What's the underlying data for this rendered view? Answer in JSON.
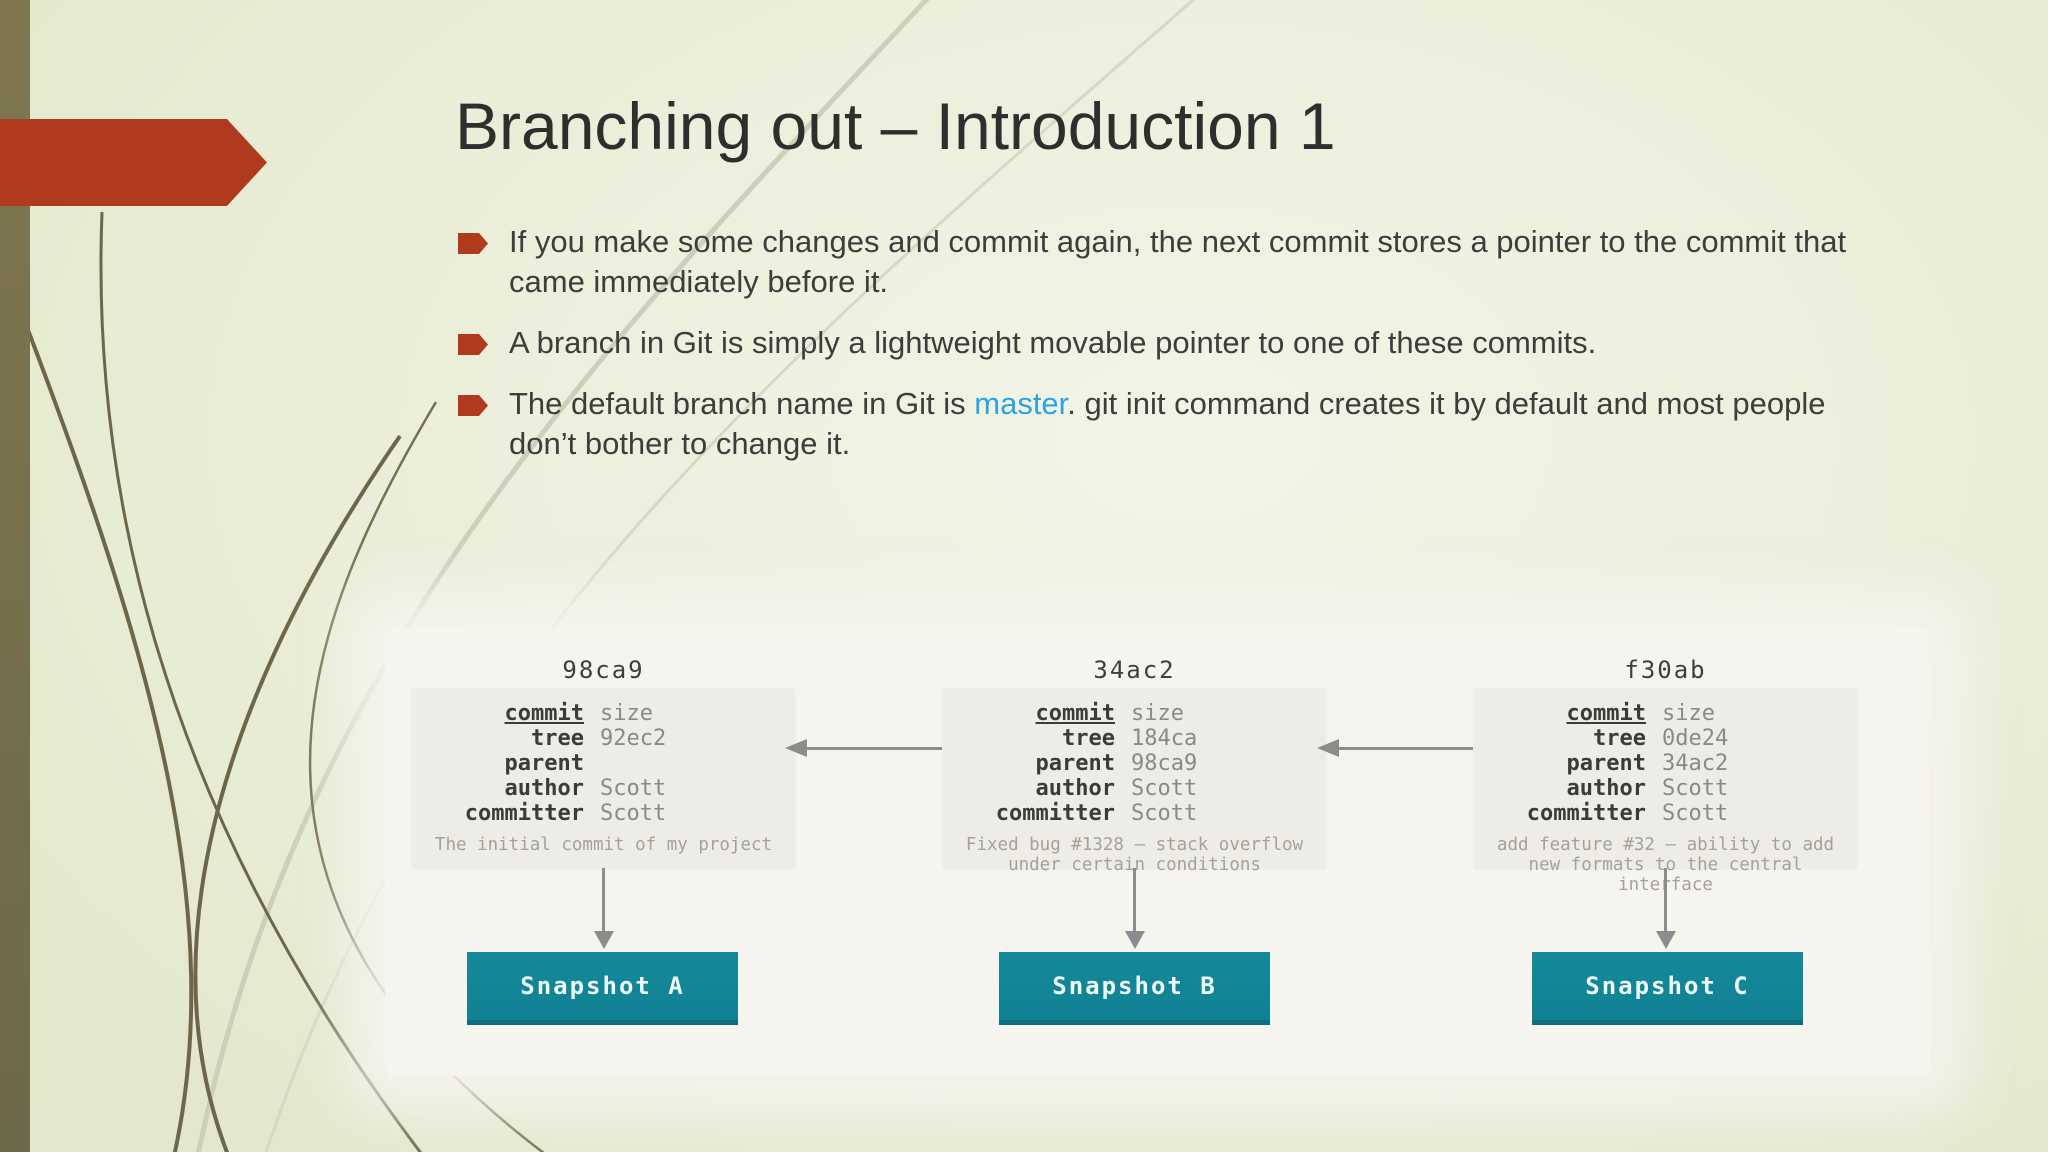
{
  "slide": {
    "title": "Branching out – Introduction 1",
    "bullets": [
      "If you make some changes and commit again, the next commit stores a pointer to the commit that came immediately before it.",
      "A branch in Git is simply a lightweight movable pointer to one of these commits."
    ],
    "bullet3": {
      "pre": "The default branch name in Git is ",
      "highlight": "master",
      "post": ". git init command creates it by default and most people don’t bother to change it."
    }
  },
  "diagram": {
    "field_labels": {
      "commit": "commit",
      "tree": "tree",
      "parent": "parent",
      "author": "author",
      "committer": "committer"
    },
    "commits": [
      {
        "hash": "98ca9",
        "values": {
          "commit": "size",
          "tree": "92ec2",
          "parent": "",
          "author": "Scott",
          "committer": "Scott"
        },
        "description": "The initial commit of my project"
      },
      {
        "hash": "34ac2",
        "values": {
          "commit": "size",
          "tree": "184ca",
          "parent": "98ca9",
          "author": "Scott",
          "committer": "Scott"
        },
        "description": "Fixed bug #1328 – stack overflow under certain conditions"
      },
      {
        "hash": "f30ab",
        "values": {
          "commit": "size",
          "tree": "0de24",
          "parent": "34ac2",
          "author": "Scott",
          "committer": "Scott"
        },
        "description": "add feature #32 – ability to add new formats to the central interface"
      }
    ],
    "snapshots": [
      "Snapshot A",
      "Snapshot B",
      "Snapshot C"
    ]
  },
  "colors": {
    "accent_red": "#b03a1e",
    "snapshot_teal": "#11879a",
    "highlight_blue": "#2ba4e2",
    "olive_bar": "#7a714d",
    "slide_background": "#eaeed8"
  }
}
